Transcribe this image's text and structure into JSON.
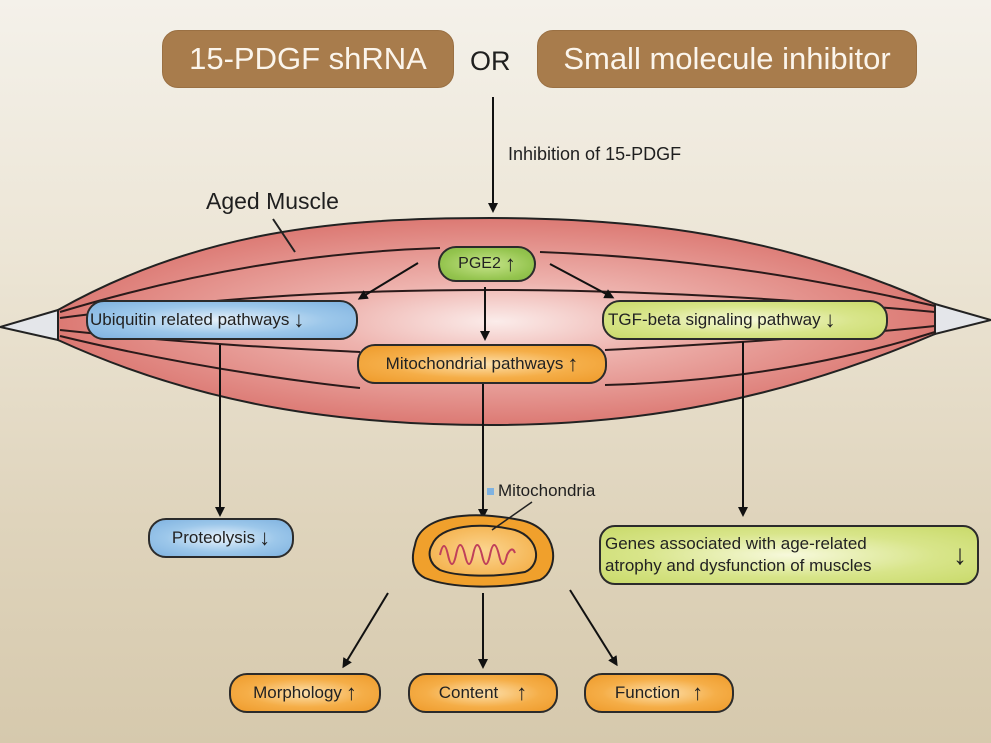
{
  "treatments": {
    "option_a": "15-PDGF shRNA",
    "connector": "OR",
    "option_b": "Small molecule inhibitor"
  },
  "inhibition_label": "Inhibition of 15-PDGF",
  "muscle_label": "Aged Muscle",
  "nodes": {
    "pge2": {
      "label": "PGE2",
      "direction": "↑",
      "color": "#94c44e"
    },
    "ubiquitin": {
      "label": "Ubiquitin related pathways",
      "direction": "↓",
      "color": "#8fbde6"
    },
    "tgf_beta": {
      "label": "TGF-beta signaling pathway",
      "direction": "↓",
      "color": "#d4e27e"
    },
    "mitochondrial_pathways": {
      "label": "Mitochondrial pathways",
      "direction": "↑",
      "color": "#f2a43a"
    },
    "proteolysis": {
      "label": "Proteolysis",
      "direction": "↓",
      "color": "#8fbde6"
    },
    "genes": {
      "line1": "Genes associated with age-related",
      "line2": "atrophy and dysfunction of muscles",
      "direction": "↓",
      "color": "#d4e27e"
    },
    "morphology": {
      "label": "Morphology",
      "direction": "↑",
      "color": "#f2a43a"
    },
    "content": {
      "label": "Content",
      "direction": "↑",
      "color": "#f2a43a"
    },
    "function": {
      "label": "Function",
      "direction": "↑",
      "color": "#f2a43a"
    }
  },
  "mitochondria_label": "Mitochondria",
  "colors": {
    "treatment_fill": "#a87c4c",
    "muscle_fill": "#e08b86",
    "tendon_fill": "#e4e6ea",
    "mito_outer": "#f0a02c",
    "mito_cristae": "#c0405a"
  }
}
